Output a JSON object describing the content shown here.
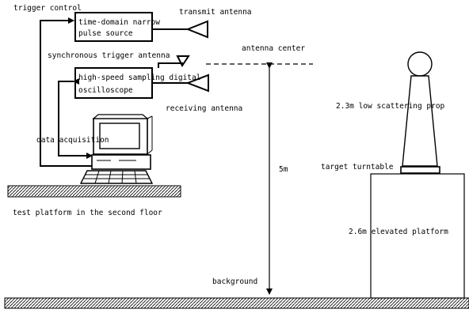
{
  "labels": {
    "trigger_control": "trigger control",
    "pulse_source_line1": "time-domain narrow",
    "pulse_source_line2": "pulse source",
    "transmit_antenna": "transmit antenna",
    "antenna_center": "antenna center",
    "sync_trigger_antenna": "synchronous trigger antenna",
    "oscilloscope_line1": "high-speed sampling digital",
    "oscilloscope_line2": "oscilloscope",
    "receiving_antenna": "receiving antenna",
    "data_acquisition": "data acquisition",
    "height_5m": "5m",
    "low_scattering_prop": "2.3m low scattering prop",
    "target_turntable": "target turntable",
    "elevated_platform": "2.6m elevated platform",
    "test_platform": "test platform in the second floor",
    "background": "background"
  }
}
